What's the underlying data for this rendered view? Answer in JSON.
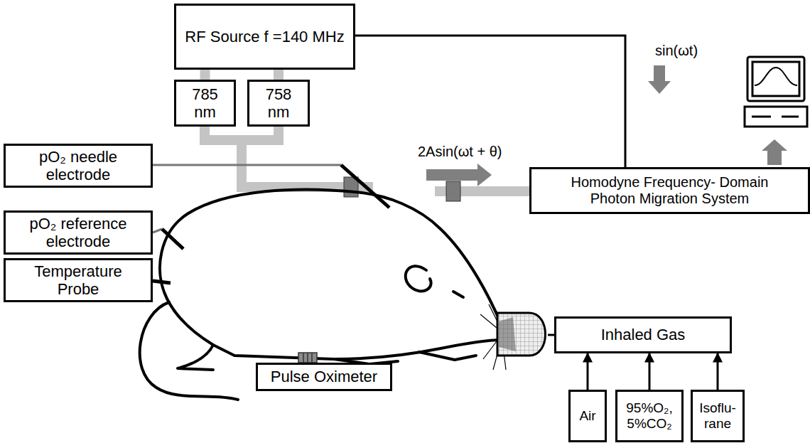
{
  "diagram": {
    "nodes": [
      {
        "text": [
          "RF Source f =140 MHz"
        ]
      },
      {
        "text": [
          "785 nm"
        ]
      },
      {
        "text": [
          "758 nm"
        ]
      },
      {
        "text": [
          "pO₂ needle electrode"
        ]
      },
      {
        "text": [
          "pO₂ reference electrode"
        ]
      },
      {
        "text": [
          "Temperature Probe"
        ]
      },
      {
        "text": [
          "Homodyne Frequency- Domain Photon Migration System"
        ]
      },
      {
        "text": [
          "Pulse Oximeter"
        ]
      },
      {
        "text": [
          "Inhaled Gas"
        ]
      },
      {
        "text": [
          "Air"
        ]
      },
      {
        "text": [
          "95%O₂, 5%CO₂"
        ]
      },
      {
        "text": [
          "Isoflu- rane"
        ]
      }
    ],
    "edges": [
      {
        "from": 0,
        "to": 1,
        "arrow": "none"
      },
      {
        "from": 0,
        "to": 2,
        "arrow": "none"
      },
      {
        "from": 0,
        "to": 6,
        "arrow": "none"
      },
      {
        "from": 9,
        "to": 8,
        "arrow": "to"
      },
      {
        "from": 10,
        "to": 8,
        "arrow": "to"
      },
      {
        "from": 11,
        "to": 8,
        "arrow": "to"
      }
    ],
    "labels": [
      "sin(ωt)",
      "2Asin(ωt + θ)"
    ]
  }
}
